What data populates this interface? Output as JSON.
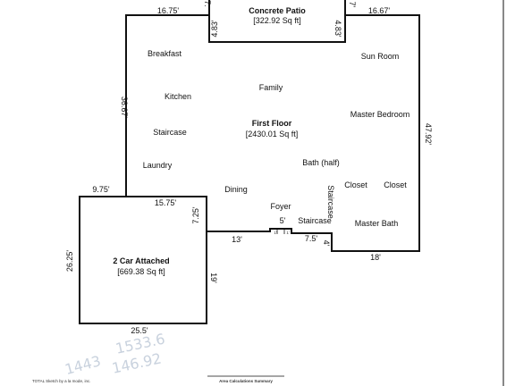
{
  "colors": {
    "wall": "#111111",
    "handwriting": "#c9d2de",
    "background": "#ffffff"
  },
  "areas": {
    "patio": {
      "name": "Concrete Patio",
      "area": "[322.92 Sq ft]"
    },
    "first_floor": {
      "name": "First Floor",
      "area": "[2430.01 Sq ft]"
    },
    "garage": {
      "name": "2 Car Attached",
      "area": "[669.38 Sq ft]"
    }
  },
  "rooms": {
    "breakfast": "Breakfast",
    "sun_room": "Sun Room",
    "kitchen": "Kitchen",
    "family": "Family",
    "master_bedroom": "Master Bedroom",
    "staircase_left": "Staircase",
    "laundry": "Laundry",
    "bath_half": "Bath (half)",
    "dining": "Dining",
    "staircase_vertical": "Staircase",
    "closet_1": "Closet",
    "closet_2": "Closet",
    "foyer": "Foyer",
    "staircase_lower": "Staircase",
    "master_bath": "Master Bath"
  },
  "dimensions": {
    "top_left": "16.75'",
    "top_right": "16.67'",
    "patio_left": "4.83'",
    "patio_right": "4.83'",
    "patio_side_left": "7.",
    "patio_side_right": "7'",
    "left_wall": "36.67'",
    "right_wall": "47.92'",
    "garage_top_left": "9.75'",
    "garage_inner_top": "15.75'",
    "garage_inner_side": "7.25'",
    "garage_left": "26.25'",
    "garage_right": "19'",
    "garage_bottom": "25.5'",
    "bottom_13": "13'",
    "foyer_5": "5'",
    "step_1a": "1'",
    "step_1b": "1'",
    "bottom_7_5": "7.5'",
    "bottom_4": "4'",
    "bottom_18": "18'"
  },
  "footer": {
    "summary": "Area Calculations Summary",
    "software": "TOTAL Sketch by a la mode, inc."
  },
  "handwriting": {
    "line1": "1533.6",
    "line2": "146.92",
    "line3": "1443"
  }
}
